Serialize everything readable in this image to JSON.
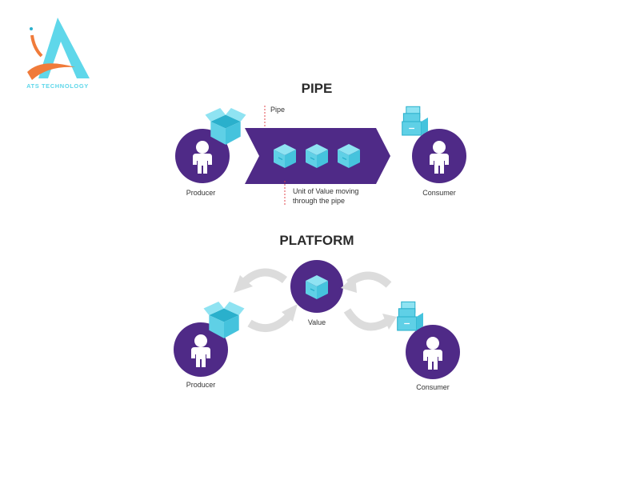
{
  "logo": {
    "text": "ATS TECHNOLOGY"
  },
  "pipe": {
    "title": "PIPE",
    "pipe_label": "Pipe",
    "value_label_line1": "Unit of Value moving",
    "value_label_line2": "through the pipe",
    "producer_label": "Producer",
    "consumer_label": "Consumer"
  },
  "platform": {
    "title": "PLATFORM",
    "value_label": "Value",
    "producer_label": "Producer",
    "consumer_label": "Consumer"
  },
  "colors": {
    "purple": "#4f2a87",
    "cyan": "#5fd0e6",
    "cyan_dark": "#2ab0cc",
    "arrow_gray": "#dcdcdc",
    "guide_red": "#e0474c",
    "logo_cyan": "#5fd7ea",
    "logo_orange": "#f07b3a"
  }
}
